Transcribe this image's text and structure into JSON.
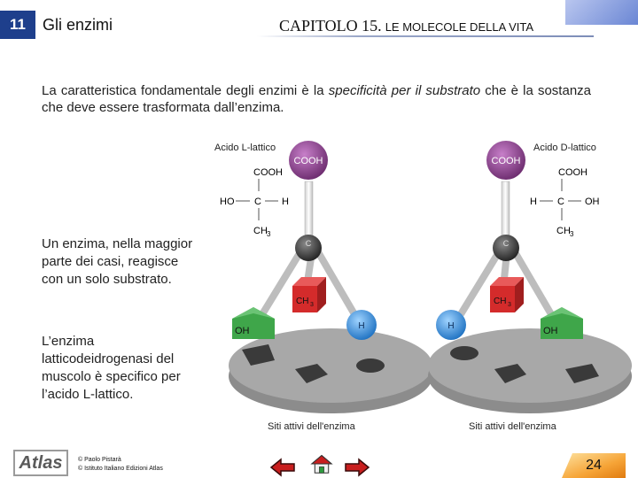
{
  "header": {
    "slide_number": "11",
    "section_title": "Gli enzimi",
    "chapter_label": "CAPITOLO 15.",
    "chapter_subtitle": "LE MOLECOLE DELLA VITA"
  },
  "intro": {
    "text_before": "La caratteristica fondamentale degli enzimi è la ",
    "emphasis": "specificità per il substrato",
    "text_after": " che è la sostanza che deve essere trasformata dall’enzima."
  },
  "side_texts": [
    "Un enzima, nella maggior parte dei casi, reagisce con un solo substrato.",
    "L’enzima latticodeidrogenasi del muscolo è specifico per l’acido L-lattico."
  ],
  "figure": {
    "left_label": "Acido L-lattico",
    "right_label": "Acido D-lattico",
    "formula_top": "COOH",
    "carbon": "C",
    "ho": "HO",
    "oh": "OH",
    "h": "H",
    "ch3": "CH",
    "ch3_sub": "3",
    "caption": "Siti attivi dell'enzima",
    "colors": {
      "cooh": "#8f3a8f",
      "carbon": "#3a3a3a",
      "ch3": "#d93030",
      "oh": "#3fa64a",
      "h": "#2f86d6",
      "disk": "#9a9a9a"
    }
  },
  "footer": {
    "logo": "Atlas",
    "credit_1": "© Paolo Pistarà",
    "credit_2": "© Istituto Italiano Edizioni Atlas",
    "page_number": "24"
  }
}
